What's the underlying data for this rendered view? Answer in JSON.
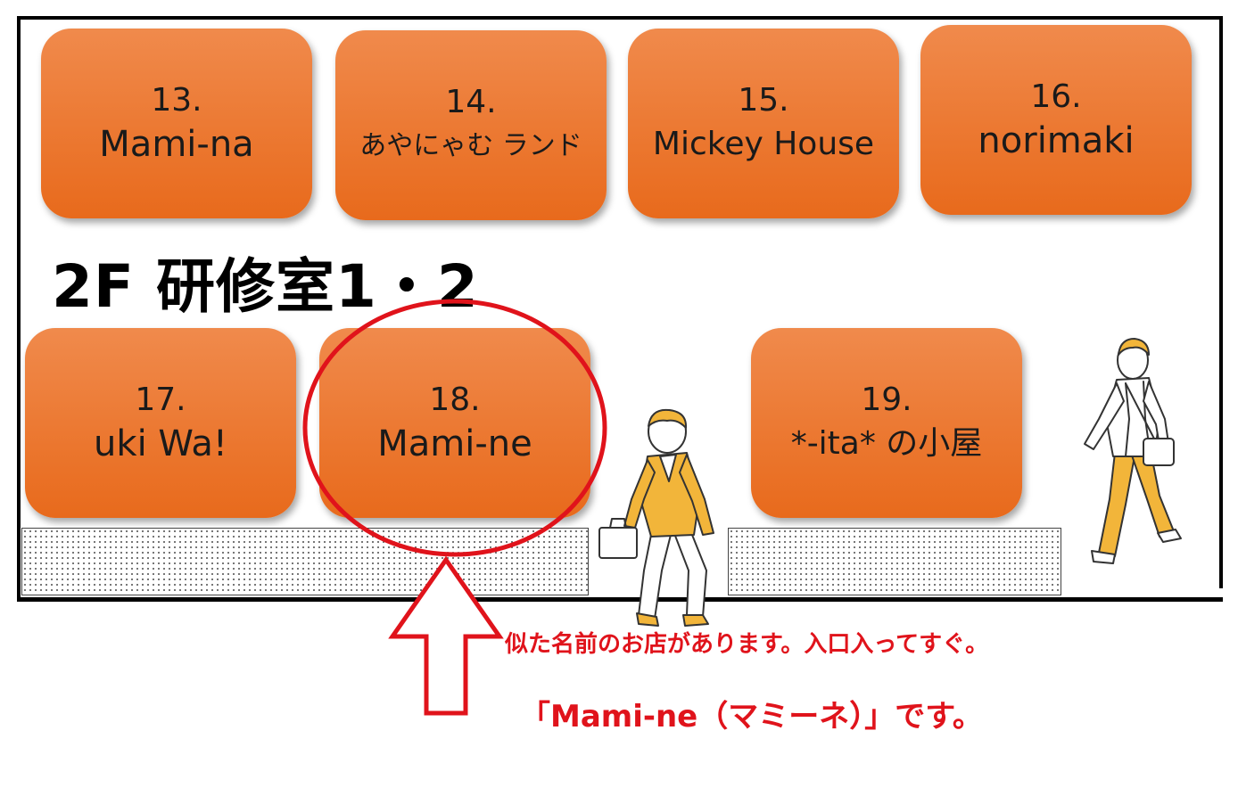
{
  "floor_label": "2F 研修室1・2",
  "booths": [
    {
      "number": "13.",
      "name": "Mami-na"
    },
    {
      "number": "14.",
      "name": "あやにゃむ ランド"
    },
    {
      "number": "15.",
      "name": "Mickey House"
    },
    {
      "number": "16.",
      "name": "norimaki"
    },
    {
      "number": "17.",
      "name": "uki Wa!"
    },
    {
      "number": "18.",
      "name": "Mami-ne"
    },
    {
      "number": "19.",
      "name": "*-ita* の小屋"
    }
  ],
  "highlighted_booth": "18.",
  "caption": {
    "line1": "似た名前のお店があります。入口入ってすぐ。",
    "line2": "「Mami-ne（マミーネ）」です。"
  },
  "colors": {
    "booth": "#e8772e",
    "highlight": "#e0131b",
    "jacket": "#f2b53a"
  },
  "icons": [
    "walking-man-with-briefcase-icon",
    "walking-man-with-shoulder-bag-icon",
    "up-arrow-icon"
  ]
}
